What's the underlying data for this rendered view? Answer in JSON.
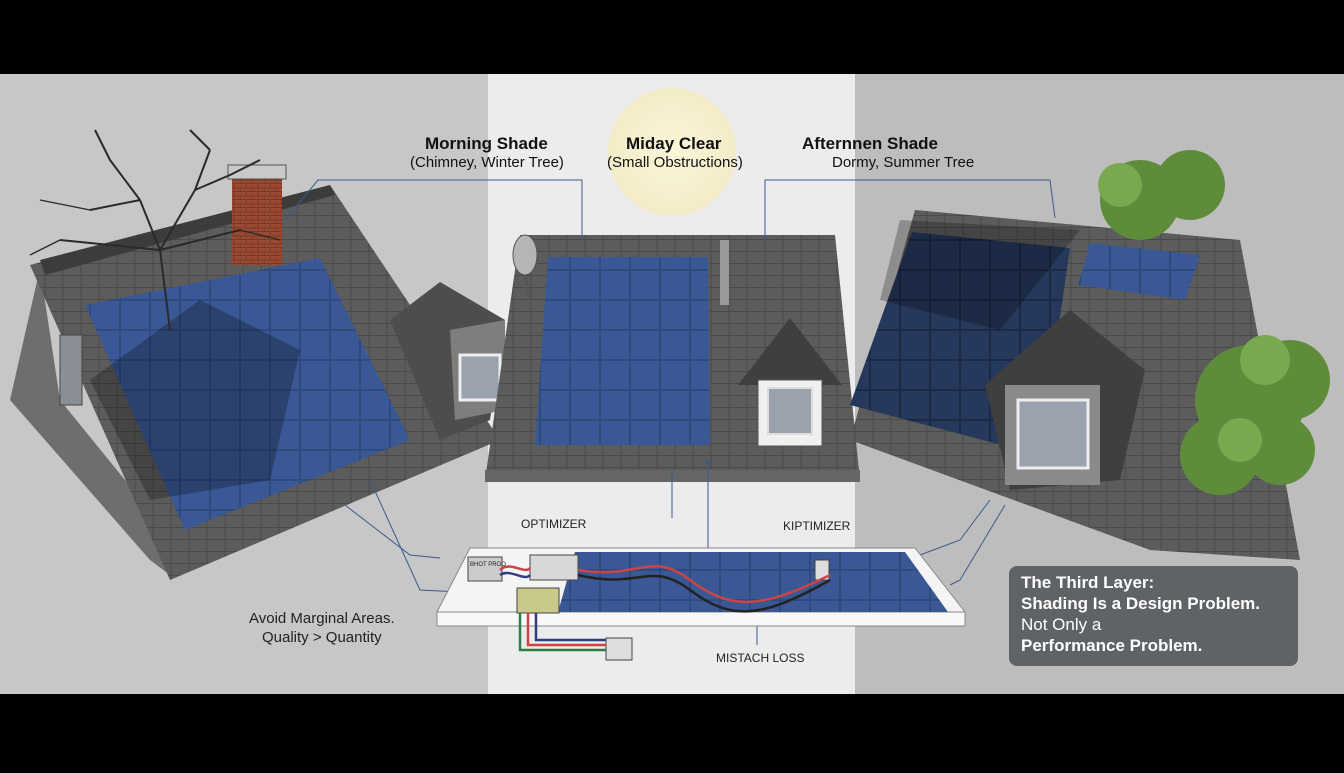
{
  "panels": {
    "left": {
      "title": "Morning Shade",
      "subtitle": "(Chimney, Winter Tree)"
    },
    "center": {
      "title": "Miday Clear",
      "subtitle": "(Small Obstructions)"
    },
    "right": {
      "title": "Afternnen Shade",
      "subtitle": "Dormy, Summer Tree"
    }
  },
  "diagram_labels": {
    "optimizer_left": "OPTIMIZER",
    "optimizer_right": "KIPTIMIZER",
    "mismatch": "MISTACH LOSS",
    "box_small": "BHOT PROO"
  },
  "advice": {
    "line1": "Avoid Marginal Areas.",
    "line2": "Quality > Quantity"
  },
  "callout": {
    "line1": "The Third Layer:",
    "line2": "Shading Is a Design Problem.",
    "line3": "Not Only a",
    "line4": "Performance Problem."
  },
  "colors": {
    "panel_blue": "#2f4a7e",
    "roof_gray": "#5a5a5a",
    "background_left": "#c9c9c9",
    "background_center": "#ebebeb",
    "callout_bg": "#5f6266",
    "tree_green": "#5e8c3a"
  }
}
